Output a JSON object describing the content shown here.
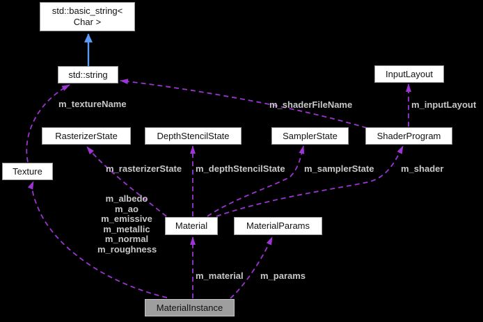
{
  "diagram": {
    "type": "collaboration-diagram",
    "focus_node": "MaterialInstance",
    "colors": {
      "background": "#000000",
      "inheritance_edge": "#5b9bf5",
      "usage_edge": "#9c35d4",
      "edge_label": "#c8c8c8",
      "node_fill": "#ffffff",
      "node_border": "#9a9a9a",
      "node_text": "#111111",
      "focus_node_fill": "#9e9e9e",
      "focus_node_border": "#c6c6c6"
    },
    "nodes": {
      "basic_string": {
        "line1": "std::basic_string<",
        "line2": "Char >"
      },
      "std_string": {
        "label": "std::string"
      },
      "input_layout": {
        "label": "InputLayout"
      },
      "rasterizer_state": {
        "label": "RasterizerState"
      },
      "depth_stencil_state": {
        "label": "DepthStencilState"
      },
      "sampler_state": {
        "label": "SamplerState"
      },
      "shader_program": {
        "label": "ShaderProgram"
      },
      "texture": {
        "label": "Texture"
      },
      "material": {
        "label": "Material"
      },
      "material_params": {
        "label": "MaterialParams"
      },
      "material_instance": {
        "label": "MaterialInstance"
      }
    },
    "edge_labels": {
      "texture_name": "m_textureName",
      "shader_file_name": "m_shaderFileName",
      "input_layout": "m_inputLayout",
      "rasterizer_state": "m_rasterizerState",
      "depth_stencil_state": "m_depthStencilState",
      "sampler_state": "m_samplerState",
      "shader": "m_shader",
      "material": "m_material",
      "params": "m_params",
      "texture_members": [
        "m_albedo",
        "m_ao",
        "m_emissive",
        "m_metallic",
        "m_normal",
        "m_roughness"
      ]
    },
    "edges": [
      {
        "from": "std::string",
        "to": "std::basic_string< Char >",
        "label": "",
        "style": "solid-inheritance"
      },
      {
        "from": "Texture",
        "to": "std::string",
        "label": "m_textureName",
        "style": "dashed-usage"
      },
      {
        "from": "ShaderProgram",
        "to": "std::string",
        "label": "m_shaderFileName",
        "style": "dashed-usage"
      },
      {
        "from": "ShaderProgram",
        "to": "InputLayout",
        "label": "m_inputLayout",
        "style": "dashed-usage"
      },
      {
        "from": "Material",
        "to": "RasterizerState",
        "label": "m_rasterizerState",
        "style": "dashed-usage"
      },
      {
        "from": "Material",
        "to": "DepthStencilState",
        "label": "m_depthStencilState",
        "style": "dashed-usage"
      },
      {
        "from": "Material",
        "to": "SamplerState",
        "label": "m_samplerState",
        "style": "dashed-usage"
      },
      {
        "from": "Material",
        "to": "ShaderProgram",
        "label": "m_shader",
        "style": "dashed-usage"
      },
      {
        "from": "MaterialInstance",
        "to": "Material",
        "label": "m_material",
        "style": "dashed-usage"
      },
      {
        "from": "MaterialInstance",
        "to": "MaterialParams",
        "label": "m_params",
        "style": "dashed-usage"
      },
      {
        "from": "MaterialInstance",
        "to": "Texture",
        "label": "m_albedo m_ao m_emissive m_metallic m_normal m_roughness",
        "style": "dashed-usage"
      }
    ]
  }
}
